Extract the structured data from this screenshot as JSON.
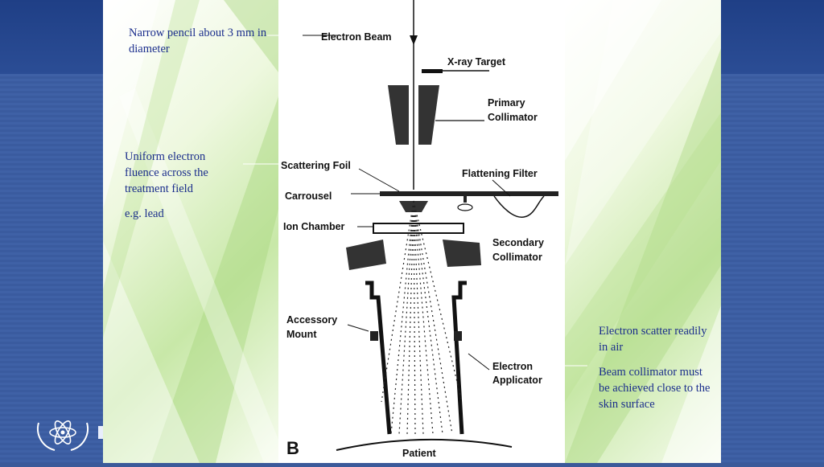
{
  "annotations": {
    "beam_note": "Narrow pencil about 3 mm in diameter",
    "foil_note": "Uniform electron fluence across the treatment field",
    "foil_example": "e.g. lead",
    "scatter_note": "Electron scatter readily in air",
    "collimator_note": "Beam collimator must be achieved close to the skin surface"
  },
  "diagram": {
    "electron_beam": "Electron Beam",
    "xray_target": "X-ray Target",
    "primary_collimator_1": "Primary",
    "primary_collimator_2": "Collimator",
    "scattering_foil": "Scattering Foil",
    "flattening_filter": "Flattening Filter",
    "carrousel": "Carrousel",
    "ion_chamber": "Ion Chamber",
    "secondary_collimator_1": "Secondary",
    "secondary_collimator_2": "Collimator",
    "accessory_mount_1": "Accessory",
    "accessory_mount_2": "Mount",
    "electron_applicator_1": "Electron",
    "electron_applicator_2": "Applicator",
    "patient": "Patient",
    "panel_letter": "B"
  },
  "colors": {
    "annotation_text": "#1b2e8c",
    "background_blue": "#3b5a9a",
    "panel_green": "#c8e8a8"
  }
}
